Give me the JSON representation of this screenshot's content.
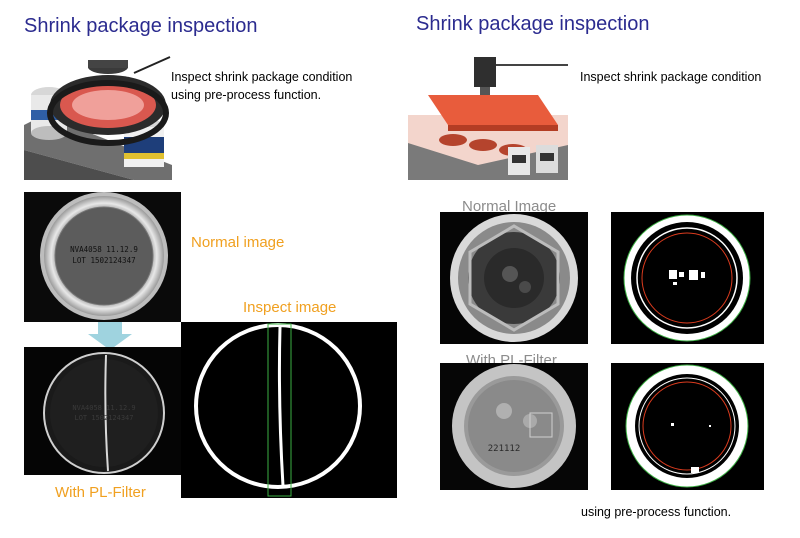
{
  "left": {
    "title": "Shrink package inspection",
    "description_line1": "Inspect shrink package condition",
    "description_line2": "using pre-process function.",
    "normal_label": "Normal image",
    "inspect_label": "Inspect image",
    "filter_label": "With PL-Filter",
    "can_print_line1": "NVA4058 11.12.9",
    "can_print_line2": "LOT 1502124347"
  },
  "right": {
    "title": "Shrink package inspection",
    "description": "Inspect shrink package condition",
    "normal_label": "Normal Image",
    "filter_label": "With PL-Filter",
    "bottom_note": "using pre-process function.",
    "filter_print": "221112"
  },
  "colors": {
    "title": "#2b2b8f",
    "label_orange": "#f0a020",
    "label_grey": "#8c8c8c",
    "arrow": "#9fd3df",
    "overlay_green": "#3cb043",
    "ring_red": "#d93b1e"
  }
}
